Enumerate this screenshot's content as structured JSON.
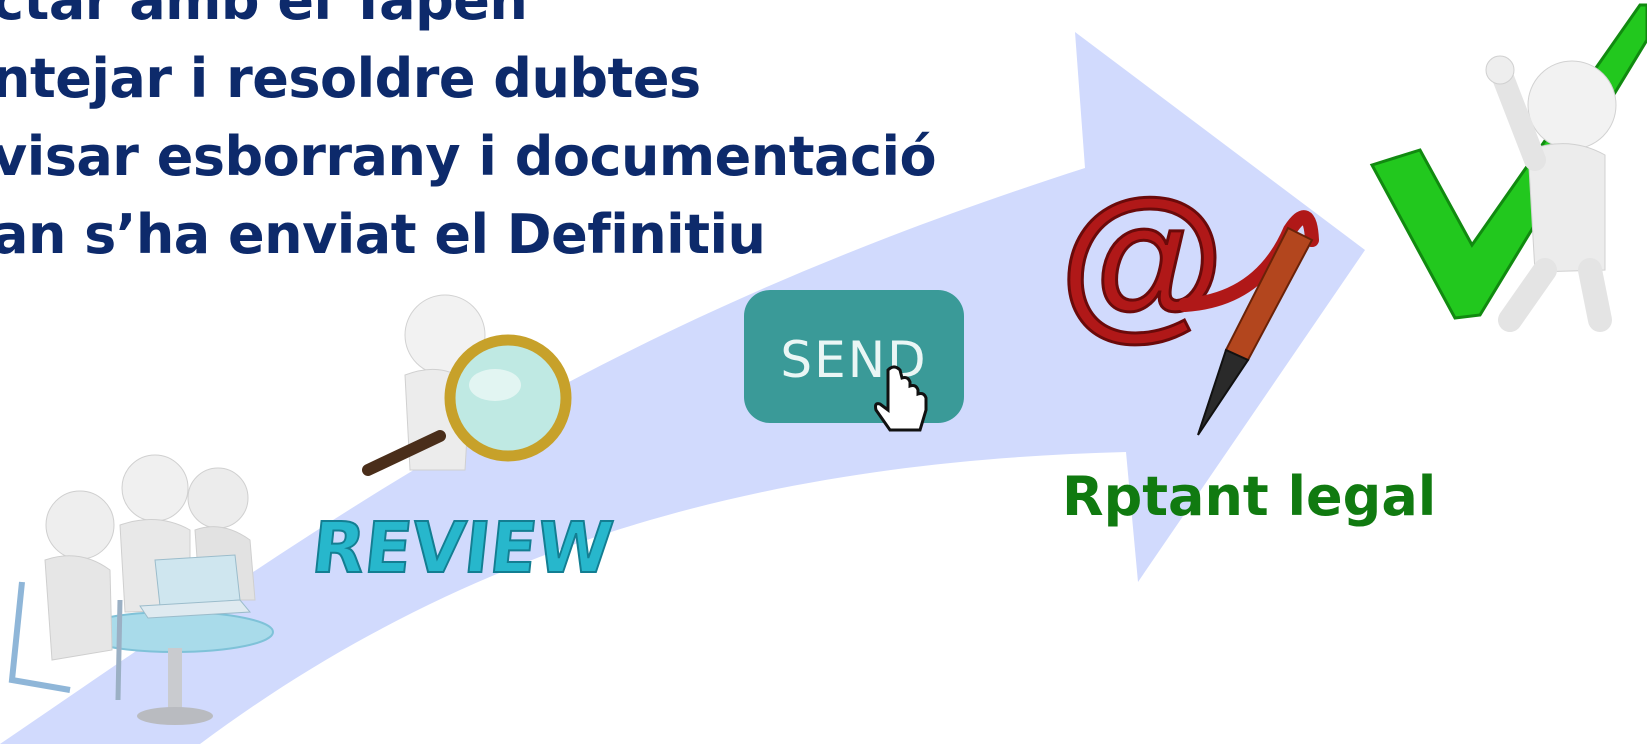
{
  "bullets": [
    "ctar amb el Tapen",
    "ntejar i resoldre dubtes",
    "visar esborrany i documentació",
    "an s’ha enviat el Definitiu"
  ],
  "send_button": {
    "label": "SEND"
  },
  "review_word": "REVIEW",
  "email_symbol": "@",
  "signer_caption": "Rptant legal",
  "colors": {
    "arrow": "#d1dafd",
    "heading_text": "#0d2a6b",
    "caption_text": "#107a10",
    "send_button": "#3a9a98",
    "review_letters": "#27b7cc",
    "checkmark": "#22c81e",
    "at_sign": "#b01818"
  },
  "icons": [
    "meeting-figures-icon",
    "magnifier-figure-icon",
    "cursor-hand-icon",
    "pen-icon",
    "checkmark-icon",
    "cheering-figure-icon"
  ]
}
